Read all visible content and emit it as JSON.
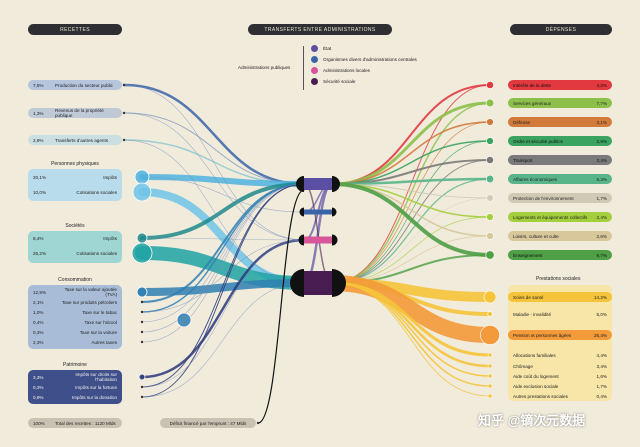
{
  "headers": {
    "recettes": "RECETTES",
    "transferts": "TRANSFERTS ENTRE ADMINISTRATIONS",
    "depenses": "DÉPENSES"
  },
  "legend": {
    "group_label": "Administrations publiques",
    "items": [
      {
        "label": "État",
        "color": "#5a4fa3"
      },
      {
        "label": "Organismes divers d'administrations centrales",
        "color": "#3a64a8"
      },
      {
        "label": "Administrations locales",
        "color": "#d9559a"
      },
      {
        "label": "Sécurité sociale",
        "color": "#4a1d52"
      }
    ]
  },
  "recettes": {
    "top": [
      {
        "pct": "7,5%",
        "label": "Production du secteur public"
      },
      {
        "pct": "1,3%",
        "label": "Revenus de la propriété publique"
      },
      {
        "pct": "2,9%",
        "label": "Transferts d'autres agents"
      }
    ],
    "groups": [
      {
        "title": "Personnes physiques",
        "rows": [
          {
            "pct": "20,1%",
            "label": "Impôts"
          },
          {
            "pct": "10,0%",
            "label": "Cotisations sociales"
          }
        ]
      },
      {
        "title": "Sociétés",
        "rows": [
          {
            "pct": "8,4%",
            "label": "Impôts"
          },
          {
            "pct": "25,2%",
            "label": "Cotisations sociales"
          }
        ]
      },
      {
        "title": "Consommation",
        "rows": [
          {
            "pct": "12,9%",
            "label": "Taxe sur la valeur ajoutée (TVA)"
          },
          {
            "pct": "2,1%",
            "label": "Taxe sur produits pétroliers"
          },
          {
            "pct": "1,0%",
            "label": "Taxe sur le tabac"
          },
          {
            "pct": "0,4%",
            "label": "Taxe sur l'alcool"
          },
          {
            "pct": "0,3%",
            "label": "Taxe sur la voiture"
          },
          {
            "pct": "2,3%",
            "label": "Autres taxes"
          }
        ]
      },
      {
        "title": "Patrimoine",
        "rows": [
          {
            "pct": "3,3%",
            "label": "Impôts sur droits sur l'habitation"
          },
          {
            "pct": "0,3%",
            "label": "Impôts sur la fortune"
          },
          {
            "pct": "0,9%",
            "label": "Impôts sur la donation"
          }
        ]
      }
    ],
    "total": {
      "pct": "100%",
      "label": "Total des recettes : 1120 Mlds"
    }
  },
  "deficit": "Déficit financé par l'emprunt : 47 Mlds",
  "depenses": {
    "items": [
      {
        "label": "Intérêts de la dette",
        "pct": "4,2%",
        "color": "#e2383f"
      },
      {
        "label": "Services généraux",
        "pct": "7,7%",
        "color": "#8cc04a"
      },
      {
        "label": "Défense",
        "pct": "3,1%",
        "color": "#d27a3a"
      },
      {
        "label": "Ordre et sécurité publics",
        "pct": "2,9%",
        "color": "#3aa360"
      },
      {
        "label": "Transport",
        "pct": "3,4%",
        "color": "#7a7a7a"
      },
      {
        "label": "Affaires économiques",
        "pct": "5,3%",
        "color": "#58b58a"
      },
      {
        "label": "Protection de l'environnement",
        "pct": "1,7%",
        "color": "#cfc9b5"
      },
      {
        "label": "Logements et équipements collectifs",
        "pct": "2,4%",
        "color": "#a4cf3c"
      },
      {
        "label": "Loisirs, culture et culte",
        "pct": "2,6%",
        "color": "#d8c79a"
      },
      {
        "label": "Enseignement",
        "pct": "9,7%",
        "color": "#4e9f45"
      }
    ],
    "ps_title": "Prestations sociales",
    "prestations": [
      {
        "label": "Soins de santé",
        "pct": "14,2%",
        "color": "#f5c43a"
      },
      {
        "label": "Maladie - invalidité",
        "pct": "5,0%",
        "color": "#f5c43a"
      },
      {
        "label": "Pension et personnes âgées",
        "pct": "26,4%",
        "color": "#f39a3a"
      },
      {
        "label": "Allocations familiales",
        "pct": "4,4%",
        "color": "#f5c43a"
      },
      {
        "label": "Chômage",
        "pct": "3,4%",
        "color": "#f5c43a"
      },
      {
        "label": "Aide coût du logement",
        "pct": "1,6%",
        "color": "#f5c43a"
      },
      {
        "label": "Aide exclusion sociale",
        "pct": "1,7%",
        "color": "#f5c43a"
      },
      {
        "label": "Autres prestations sociales",
        "pct": "0,4%",
        "color": "#f5c43a"
      }
    ]
  },
  "watermark": "知乎 @镝次元数据"
}
